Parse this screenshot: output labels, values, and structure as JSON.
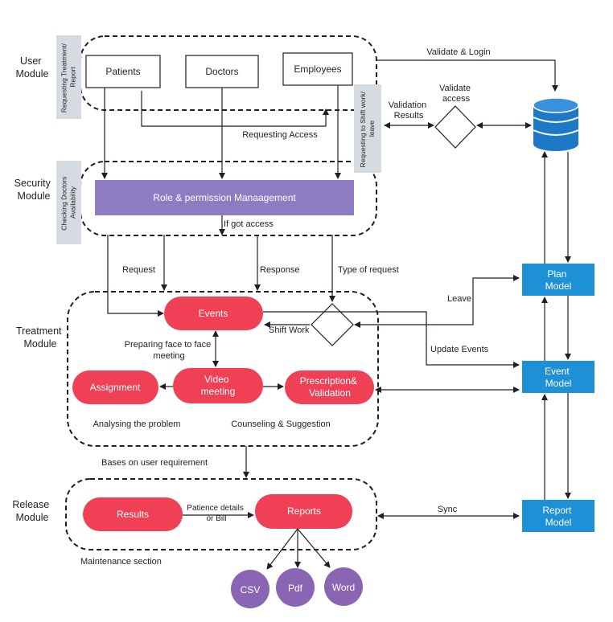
{
  "modules": {
    "user": [
      "User",
      "Module"
    ],
    "security": [
      "Security",
      "Module"
    ],
    "treatment": [
      "Treatment",
      "Module"
    ],
    "release": [
      "Release",
      "Module"
    ]
  },
  "side_tabs": {
    "requesting_treatment": [
      "Requesting Treatment/",
      "Report"
    ],
    "checking_doctors": [
      "Checking Doctors",
      "Availability"
    ],
    "requesting_shift": [
      "Requesting to Shift work/",
      "leave"
    ]
  },
  "user_boxes": {
    "patients": "Patients",
    "doctors": "Doctors",
    "employees": "Employees"
  },
  "role_permission": "Role & permission Manaagement",
  "treatment_nodes": {
    "events": "Events",
    "assignment": "Assignment",
    "video_meeting": [
      "Video",
      "meeting"
    ],
    "prescription": [
      "Prescription&",
      "Validation"
    ]
  },
  "release_nodes": {
    "results": "Results",
    "reports": "Reports"
  },
  "outputs": [
    "CSV",
    "Pdf",
    "Word"
  ],
  "models": {
    "plan": [
      "Plan",
      "Model"
    ],
    "event": [
      "Event",
      "Model"
    ],
    "report": [
      "Report",
      "Model"
    ]
  },
  "edge_labels": {
    "validate_login": "Validate & Login",
    "validate_access": [
      "Validate",
      "access"
    ],
    "validation_results": [
      "Validation",
      "Results"
    ],
    "requesting_access": "Requesting Access",
    "if_got_access": "If got access",
    "request": "Request",
    "response": "Response",
    "type_of_request": "Type of request",
    "leave": "Leave",
    "shift_work": "Shift Work",
    "update_events": "Update Events",
    "preparing": [
      "Preparing face to face",
      "meeting"
    ],
    "analysing": "Analysing the problem",
    "counseling": "Counseling & Suggestion",
    "bases_on": "Bases on user requirement",
    "patience_details": [
      "Patience details",
      "or Bill"
    ],
    "sync": "Sync",
    "maintenance": "Maintenance section"
  },
  "colors": {
    "red_node": "#ef4056",
    "purple_bar": "#8e7cc3",
    "blue_model": "#1e90d6",
    "purple_circle": "#8a65b3",
    "gray_tab": "#d6dbe1",
    "db_blue": "#1e78c8"
  }
}
